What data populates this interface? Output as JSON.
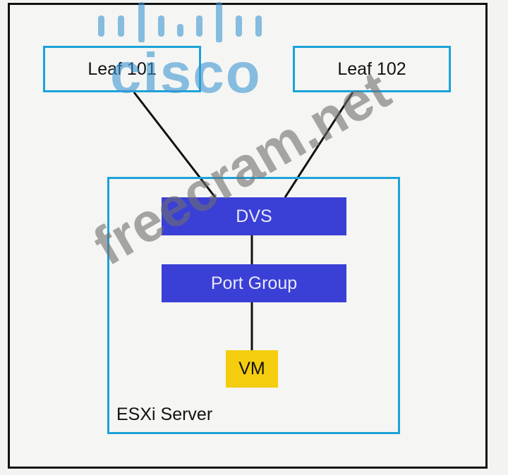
{
  "diagram": {
    "nodes": {
      "leaf_101": "Leaf 101",
      "leaf_102": "Leaf 102",
      "dvs": "DVS",
      "port_group": "Port Group",
      "vm": "VM",
      "esxi_server": "ESXi Server"
    },
    "edges": [
      {
        "from": "Leaf 101",
        "to": "DVS"
      },
      {
        "from": "Leaf 102",
        "to": "DVS"
      },
      {
        "from": "DVS",
        "to": "Port Group"
      },
      {
        "from": "Port Group",
        "to": "VM"
      }
    ],
    "colors": {
      "leaf_border": "#1aa3d8",
      "esxi_border": "#1aa3d8",
      "dvs_fill": "#3a3fd6",
      "port_group_fill": "#3a3fd6",
      "vm_fill": "#f4cd0e"
    }
  },
  "watermarks": {
    "logo": "cisco",
    "site": "freecram.net"
  }
}
